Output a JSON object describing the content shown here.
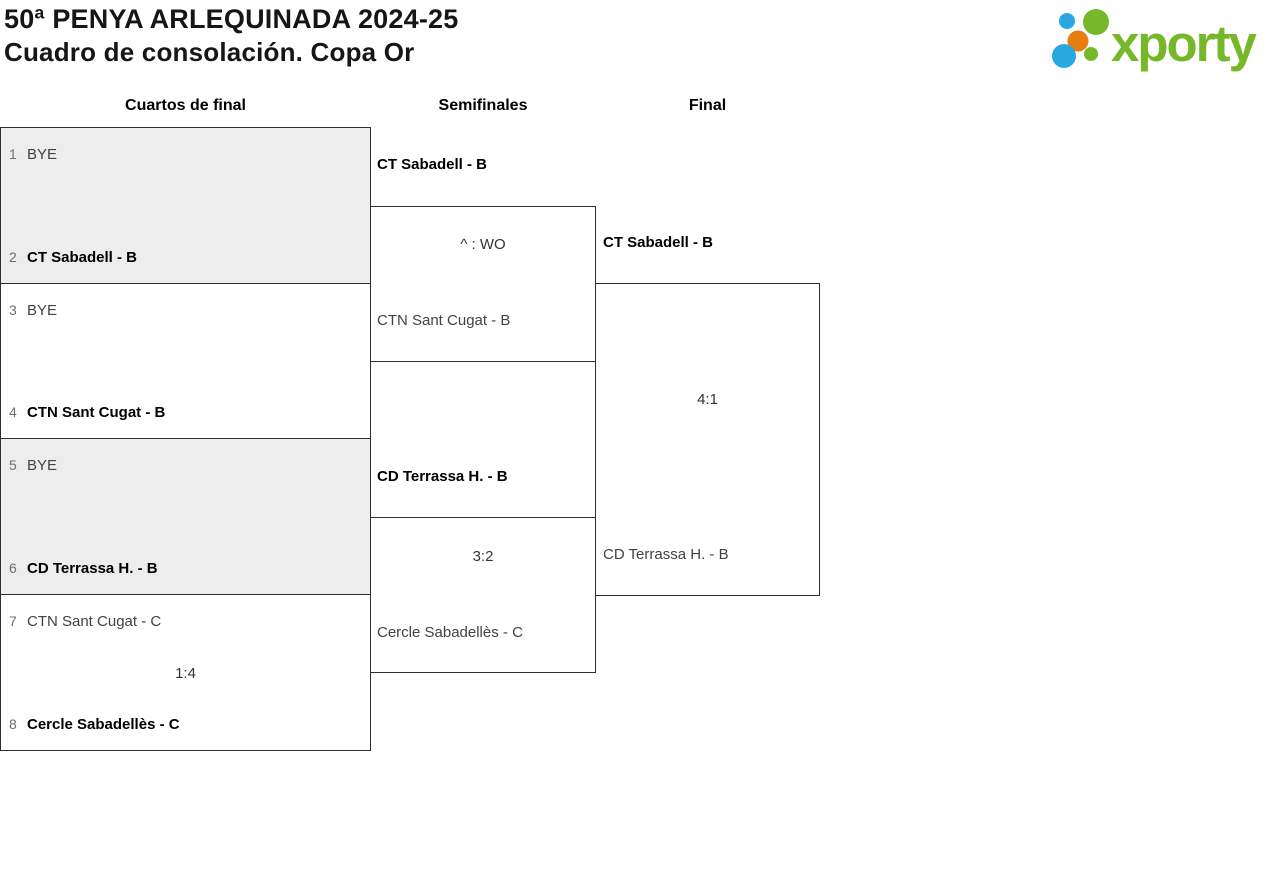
{
  "header": {
    "title": "50ª PENYA ARLEQUINADA 2024-25",
    "subtitle": "Cuadro de consolación. Copa Or"
  },
  "logo": {
    "brand": "xporty"
  },
  "colors": {
    "brand_green": "#76b82a",
    "brand_blue": "#29a8e0",
    "brand_orange": "#e87c10",
    "shaded_match_bg": "#ededed",
    "box_border": "#2e2e2e"
  },
  "round_headers": {
    "quarterfinals": "Cuartos de final",
    "semifinals": "Semifinales",
    "final": "Final"
  },
  "bracket": {
    "quarterfinals": [
      {
        "top_seed": "1",
        "top_team": "BYE",
        "bottom_seed": "2",
        "bottom_team": "CT Sabadell - B",
        "score": ""
      },
      {
        "top_seed": "3",
        "top_team": "BYE",
        "bottom_seed": "4",
        "bottom_team": "CTN Sant Cugat - B",
        "score": ""
      },
      {
        "top_seed": "5",
        "top_team": "BYE",
        "bottom_seed": "6",
        "bottom_team": "CD Terrassa H. - B",
        "score": ""
      },
      {
        "top_seed": "7",
        "top_team": "CTN Sant Cugat - C",
        "bottom_seed": "8",
        "bottom_team": "Cercle Sabadellès - C",
        "score": "1:4"
      }
    ],
    "semifinals": [
      {
        "top_team": "CT Sabadell - B",
        "bottom_team": "CTN Sant Cugat - B",
        "score": "^ : WO"
      },
      {
        "top_team": "CD Terrassa H. - B",
        "bottom_team": "Cercle Sabadellès - C",
        "score": "3:2"
      }
    ],
    "final": {
      "top_team": "CT Sabadell - B",
      "bottom_team": "CD Terrassa H. - B",
      "score": "4:1"
    }
  }
}
